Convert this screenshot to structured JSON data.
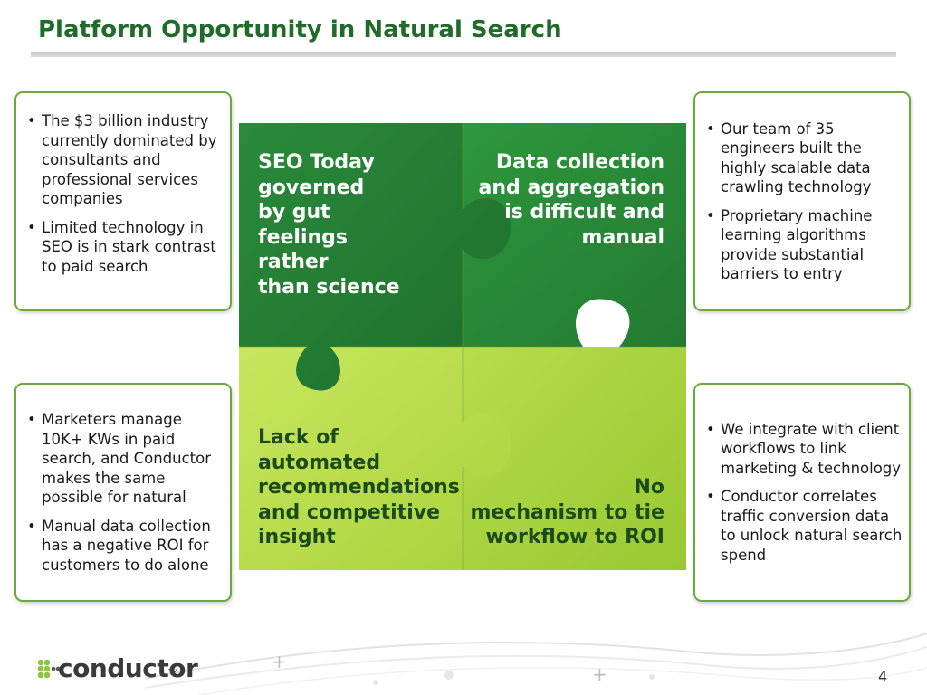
{
  "slide": {
    "title": "Platform Opportunity in Natural Search",
    "page_number": "4"
  },
  "boxes": {
    "top_left": [
      "The $3 billion industry currently dominated by consultants and professional services companies",
      "Limited technology in SEO is in stark contrast to paid search"
    ],
    "top_right": [
      "Our team of 35 engineers built the highly scalable data crawling technology",
      "Proprietary machine learning algorithms provide substantial barriers to entry"
    ],
    "bottom_left": [
      "Marketers manage 10K+ KWs in paid search, and Conductor makes the same possible for natural",
      "Manual data collection has a negative ROI for customers to do alone"
    ],
    "bottom_right": [
      "We integrate with client workflows to link marketing & technology",
      "Conductor correlates traffic conversion data to unlock natural search spend"
    ]
  },
  "puzzle": {
    "top_left": [
      "SEO Today",
      "governed",
      "by gut",
      "feelings",
      "rather",
      "than science"
    ],
    "top_right": [
      "Data collection",
      "and aggregation",
      "is difficult and",
      "manual"
    ],
    "bottom_left": [
      "Lack of",
      "automated",
      "recommendations",
      "and competitive",
      "insight"
    ],
    "bottom_right": [
      "No",
      "mechanism to tie",
      "workflow to ROI"
    ]
  },
  "logo": {
    "text": "conductor",
    "tm": "TM"
  },
  "colors": {
    "title": "#1f6b2a",
    "dark_green": "#237a33",
    "mid_green": "#2f8f3a",
    "light_green": "#b9dc4a",
    "lime": "#c6e35a",
    "box_border": "#6aaa3c"
  }
}
